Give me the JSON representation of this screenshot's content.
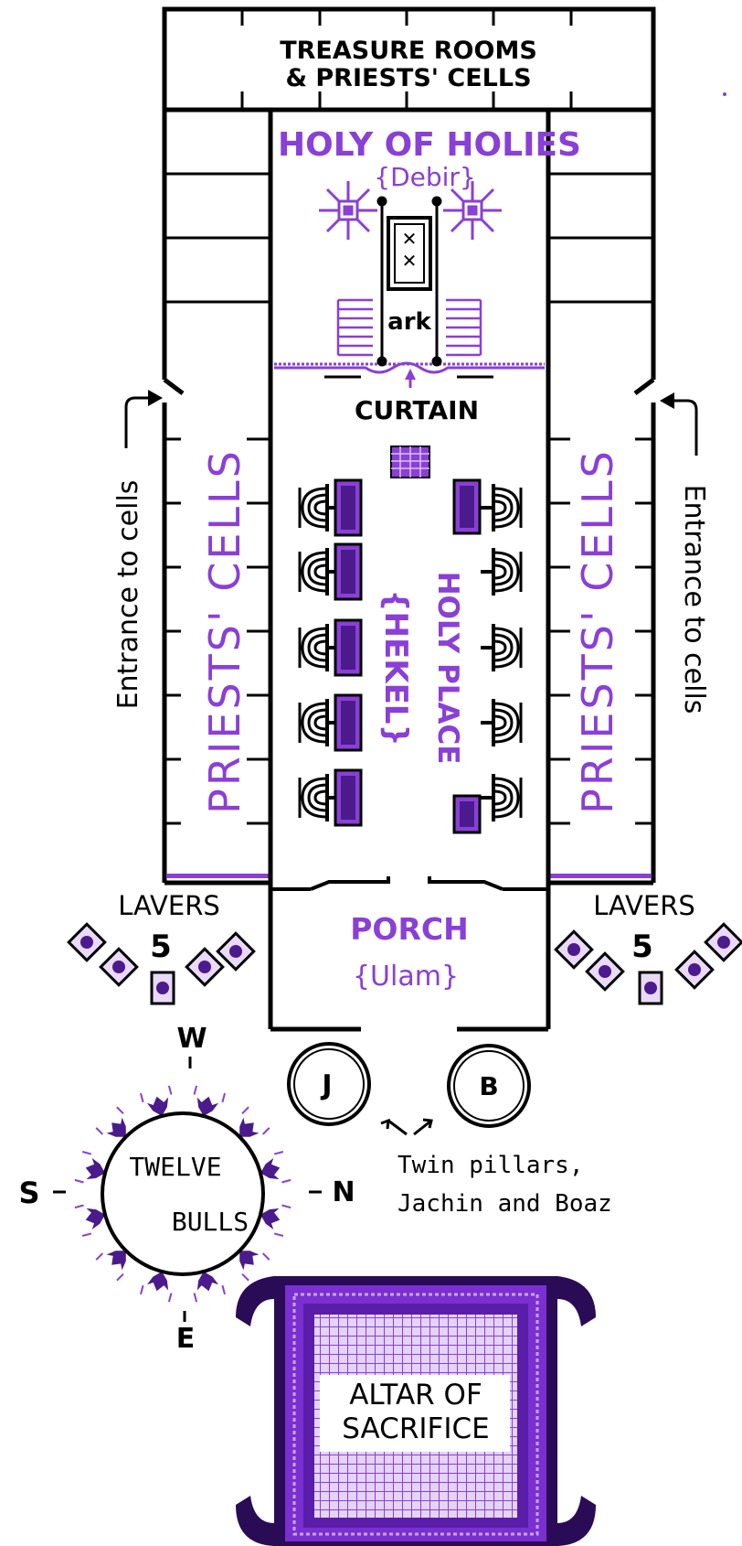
{
  "colors": {
    "ink": "#000000",
    "accent": "#8a3fd6",
    "deep": "#4b1a8c",
    "dark": "#2a0b55",
    "light": "#e4d3fb"
  },
  "labels": {
    "treasure_line1": "TREASURE ROOMS",
    "treasure_line2": "& PRIESTS' CELLS",
    "holy_of_holies": "HOLY OF HOLIES",
    "debir": "{Debir}",
    "ark": "ark",
    "curtain": "CURTAIN",
    "priests_cells_left": "PRIESTS' CELLS",
    "priests_cells_right": "PRIESTS' CELLS",
    "entrance_left": "Entrance to cells",
    "entrance_right": "Entrance to cells",
    "holy_place": "HOLY PLACE",
    "hekel": "{HEKEL}",
    "porch": "PORCH",
    "ulam": "{Ulam}",
    "lavers_left": "LAVERS",
    "lavers_left_count": "5",
    "lavers_right": "LAVERS",
    "lavers_right_count": "5",
    "pillar_j": "J",
    "pillar_b": "B",
    "pillars_line1": "Twin pillars,",
    "pillars_line2": "Jachin and Boaz",
    "compass_w": "W",
    "compass_s": "S",
    "compass_n": "N",
    "compass_e": "E",
    "bulls_line1": "TWELVE",
    "bulls_line2": "BULLS",
    "altar_line1": "ALTAR OF",
    "altar_line2": "SACRIFICE"
  }
}
